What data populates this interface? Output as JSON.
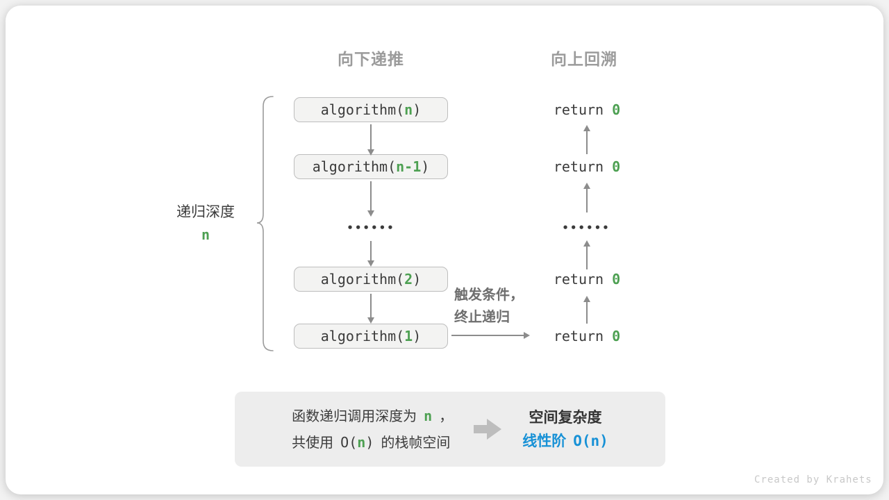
{
  "headers": {
    "down": "向下递推",
    "up": "向上回溯"
  },
  "depth_label": {
    "text": "递归深度",
    "var": "n"
  },
  "stack": {
    "calls": [
      {
        "prefix": "algorithm(",
        "arg": "n",
        "suffix": ")"
      },
      {
        "prefix": "algorithm(",
        "arg": "n-1",
        "suffix": ")"
      },
      {
        "prefix": "algorithm(",
        "arg": "2",
        "suffix": ")"
      },
      {
        "prefix": "algorithm(",
        "arg": "1",
        "suffix": ")"
      }
    ],
    "dots": "••••••"
  },
  "returns": {
    "items": [
      {
        "prefix": "return ",
        "value": "0"
      },
      {
        "prefix": "return ",
        "value": "0"
      },
      {
        "prefix": "return ",
        "value": "0"
      },
      {
        "prefix": "return ",
        "value": "0"
      }
    ],
    "dots": "••••••"
  },
  "base_case": {
    "line1": "触发条件，",
    "line2": "终止递归"
  },
  "summary": {
    "left": {
      "l1_text": "函数递归调用深度为",
      "l1_var": "n",
      "l1_punct": "，",
      "l2_pre": "共使用",
      "l2_o_open": "O(",
      "l2_var": "n",
      "l2_o_close": ")",
      "l2_post": "的栈帧空间"
    },
    "right": {
      "title": "空间复杂度",
      "result_pre": "线性阶",
      "o_open": "O(",
      "var": "n",
      "o_close": ")"
    }
  },
  "credit": "Created by Krahets",
  "colors": {
    "green": "#4DA052",
    "blue": "#1791D6",
    "arrow_gray": "#8C8C8C"
  }
}
